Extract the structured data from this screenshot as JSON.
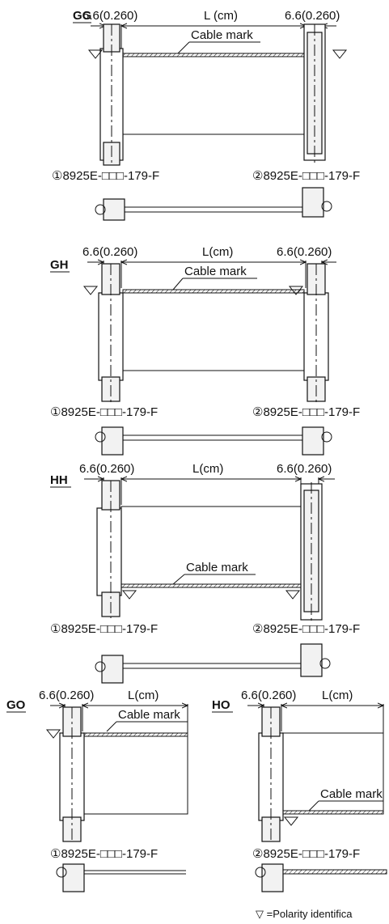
{
  "diagrams": [
    {
      "code": "GG",
      "dim_left": "6.6(0.260)",
      "length": "L (cm)",
      "dim_right": "6.6(0.260)",
      "cable_mark": "Cable mark",
      "part_left": "①8925E-□□□-179-F",
      "part_right": "②8925E-□□□-179-F"
    },
    {
      "code": "GH",
      "dim_left": "6.6(0.260)",
      "length": "L(cm)",
      "dim_right": "6.6(0.260)",
      "cable_mark": "Cable mark",
      "part_left": "①8925E-□□□-179-F",
      "part_right": "②8925E-□□□-179-F"
    },
    {
      "code": "HH",
      "dim_left": "6.6(0.260)",
      "length": "L(cm)",
      "dim_right": "6.6(0.260)",
      "cable_mark": "Cable mark",
      "part_left": "①8925E-□□□-179-F",
      "part_right": "②8925E-□□□-179-F"
    },
    {
      "code": "GO",
      "dim_left": "6.6(0.260)",
      "length": "L(cm)",
      "cable_mark": "Cable mark",
      "part": "①8925E-□□□-179-F"
    },
    {
      "code": "HO",
      "dim_left": "6.6(0.260)",
      "length": "L(cm)",
      "cable_mark": "Cable mark",
      "part": "②8925E-□□□-179-F"
    }
  ],
  "legend": "▽ =Polarity identifica"
}
